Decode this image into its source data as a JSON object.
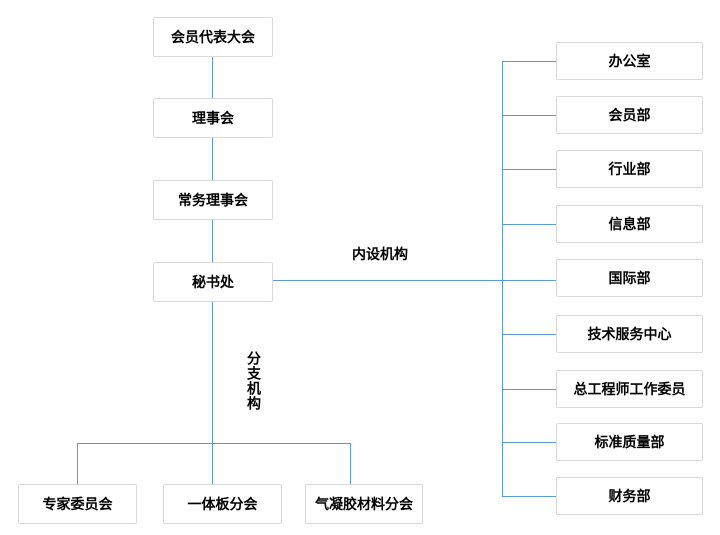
{
  "colors": {
    "line": "#5B9BD5",
    "box_border": "#D9D9D9",
    "text": "#000000",
    "background": "#FFFFFF"
  },
  "org_chart": {
    "main_chain": [
      "会员代表大会",
      "理事会",
      "常务理事会",
      "秘书处"
    ],
    "internal_group_label": "内设机构",
    "branch_group_label": "分支机构",
    "internal_departments": [
      "办公室",
      "会员部",
      "行业部",
      "信息部",
      "国际部",
      "技术服务中心",
      "总工程师工作委员",
      "标准质量部",
      "财务部"
    ],
    "branch_organizations": [
      "专家委员会",
      "一体板分会",
      "气凝胶材料分会"
    ]
  }
}
